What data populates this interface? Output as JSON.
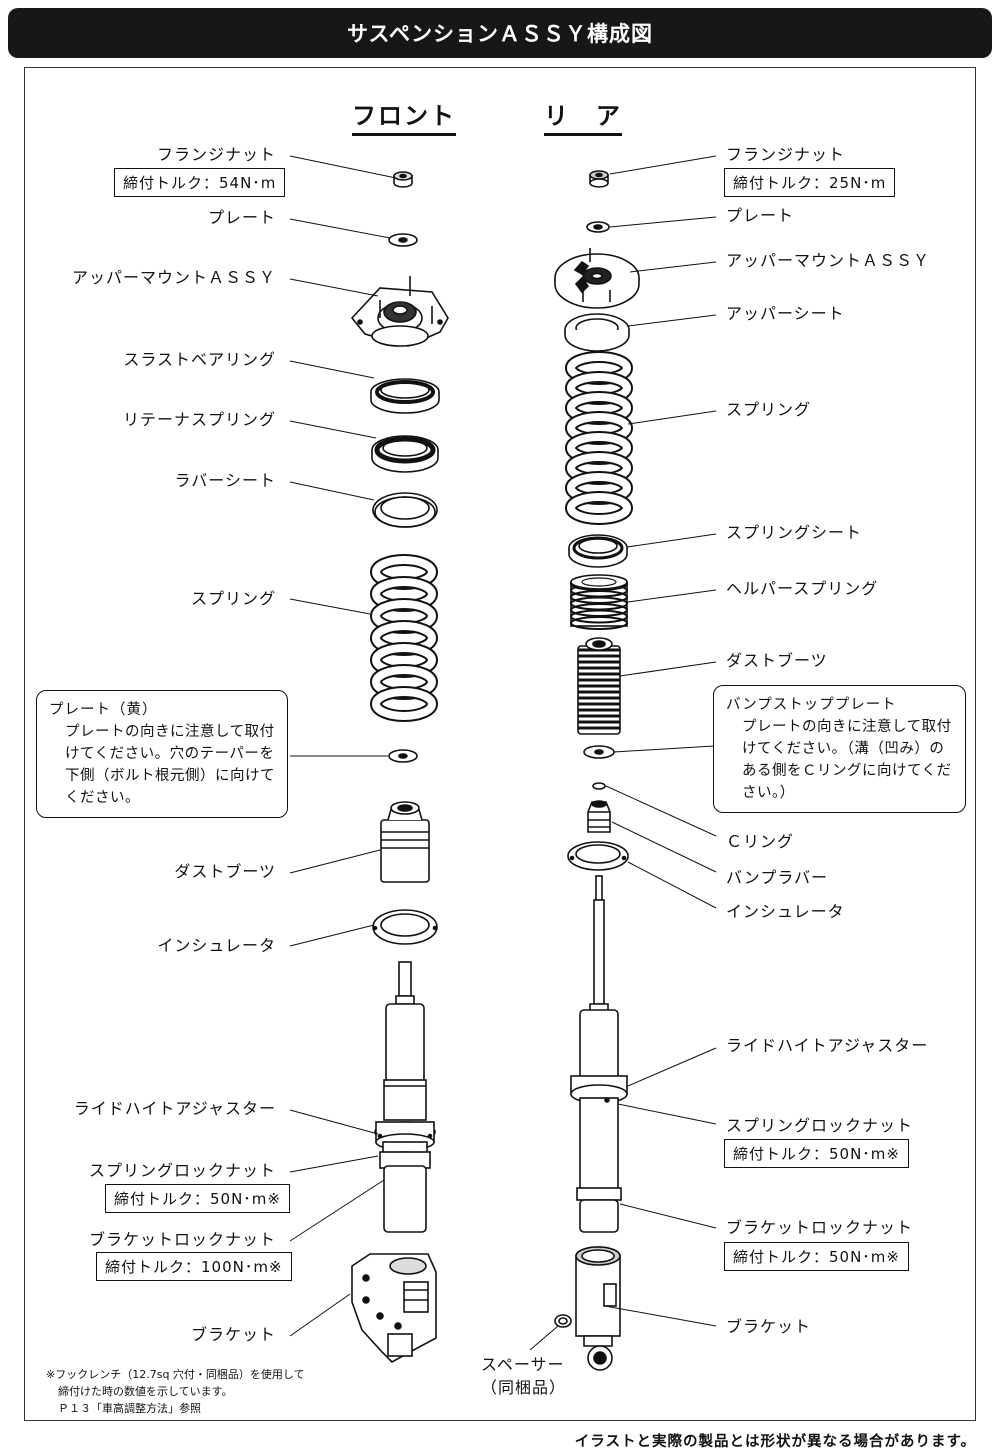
{
  "title": "サスペンションＡＳＳＹ構成図",
  "columns": {
    "front": "フロント",
    "rear": "リ　ア"
  },
  "front": {
    "flange_nut": "フランジナット",
    "flange_nut_torque": "締付トルク：54N･m",
    "plate": "プレート",
    "upper_mount": "アッパーマウントＡＳＳＹ",
    "thrust_bearing": "スラストベアリング",
    "retainer_spring": "リテーナスプリング",
    "rubber_seat": "ラバーシート",
    "spring": "スプリング",
    "plate_note": {
      "title": "プレート（黄）",
      "lines": [
        "プレートの向きに注意して取付",
        "けてください。穴のテーパーを",
        "下側（ボルト根元側）に向けて",
        "ください。"
      ]
    },
    "dust_boot": "ダストブーツ",
    "insulator": "インシュレータ",
    "ride_height_adjuster": "ライドハイトアジャスター",
    "spring_lock_nut": "スプリングロックナット",
    "spring_lock_nut_torque": "締付トルク：50N･m※",
    "bracket_lock_nut": "ブラケットロックナット",
    "bracket_lock_nut_torque": "締付トルク：100N･m※",
    "bracket": "ブラケット"
  },
  "rear": {
    "flange_nut": "フランジナット",
    "flange_nut_torque": "締付トルク：25N･m",
    "plate": "プレート",
    "upper_mount": "アッパーマウントＡＳＳＹ",
    "upper_seat": "アッパーシート",
    "spring": "スプリング",
    "spring_seat": "スプリングシート",
    "helper_spring": "ヘルパースプリング",
    "dust_boot": "ダストブーツ",
    "bump_stop_note": {
      "title": "バンプストッププレート",
      "lines": [
        "プレートの向きに注意して取付",
        "けてください。（溝（凹み）の",
        "ある側をＣリングに向けてくだ",
        "さい。）"
      ]
    },
    "c_ring": "Ｃリング",
    "bump_rubber": "バンプラバー",
    "insulator": "インシュレータ",
    "ride_height_adjuster": "ライドハイトアジャスター",
    "spring_lock_nut": "スプリングロックナット",
    "spring_lock_nut_torque": "締付トルク：50N･m※",
    "bracket_lock_nut": "ブラケットロックナット",
    "bracket_lock_nut_torque": "締付トルク：50N･m※",
    "bracket": "ブラケット",
    "spacer": "スペーサー",
    "spacer_sub": "（同梱品）"
  },
  "footnote": [
    "※フックレンチ（12.7sq 穴付・同梱品）を使用して",
    "締付けた時の数値を示しています。",
    "Ｐ１３「車高調整方法」参照"
  ],
  "disclaimer": "イラストと実際の製品とは形状が異なる場合があります。"
}
